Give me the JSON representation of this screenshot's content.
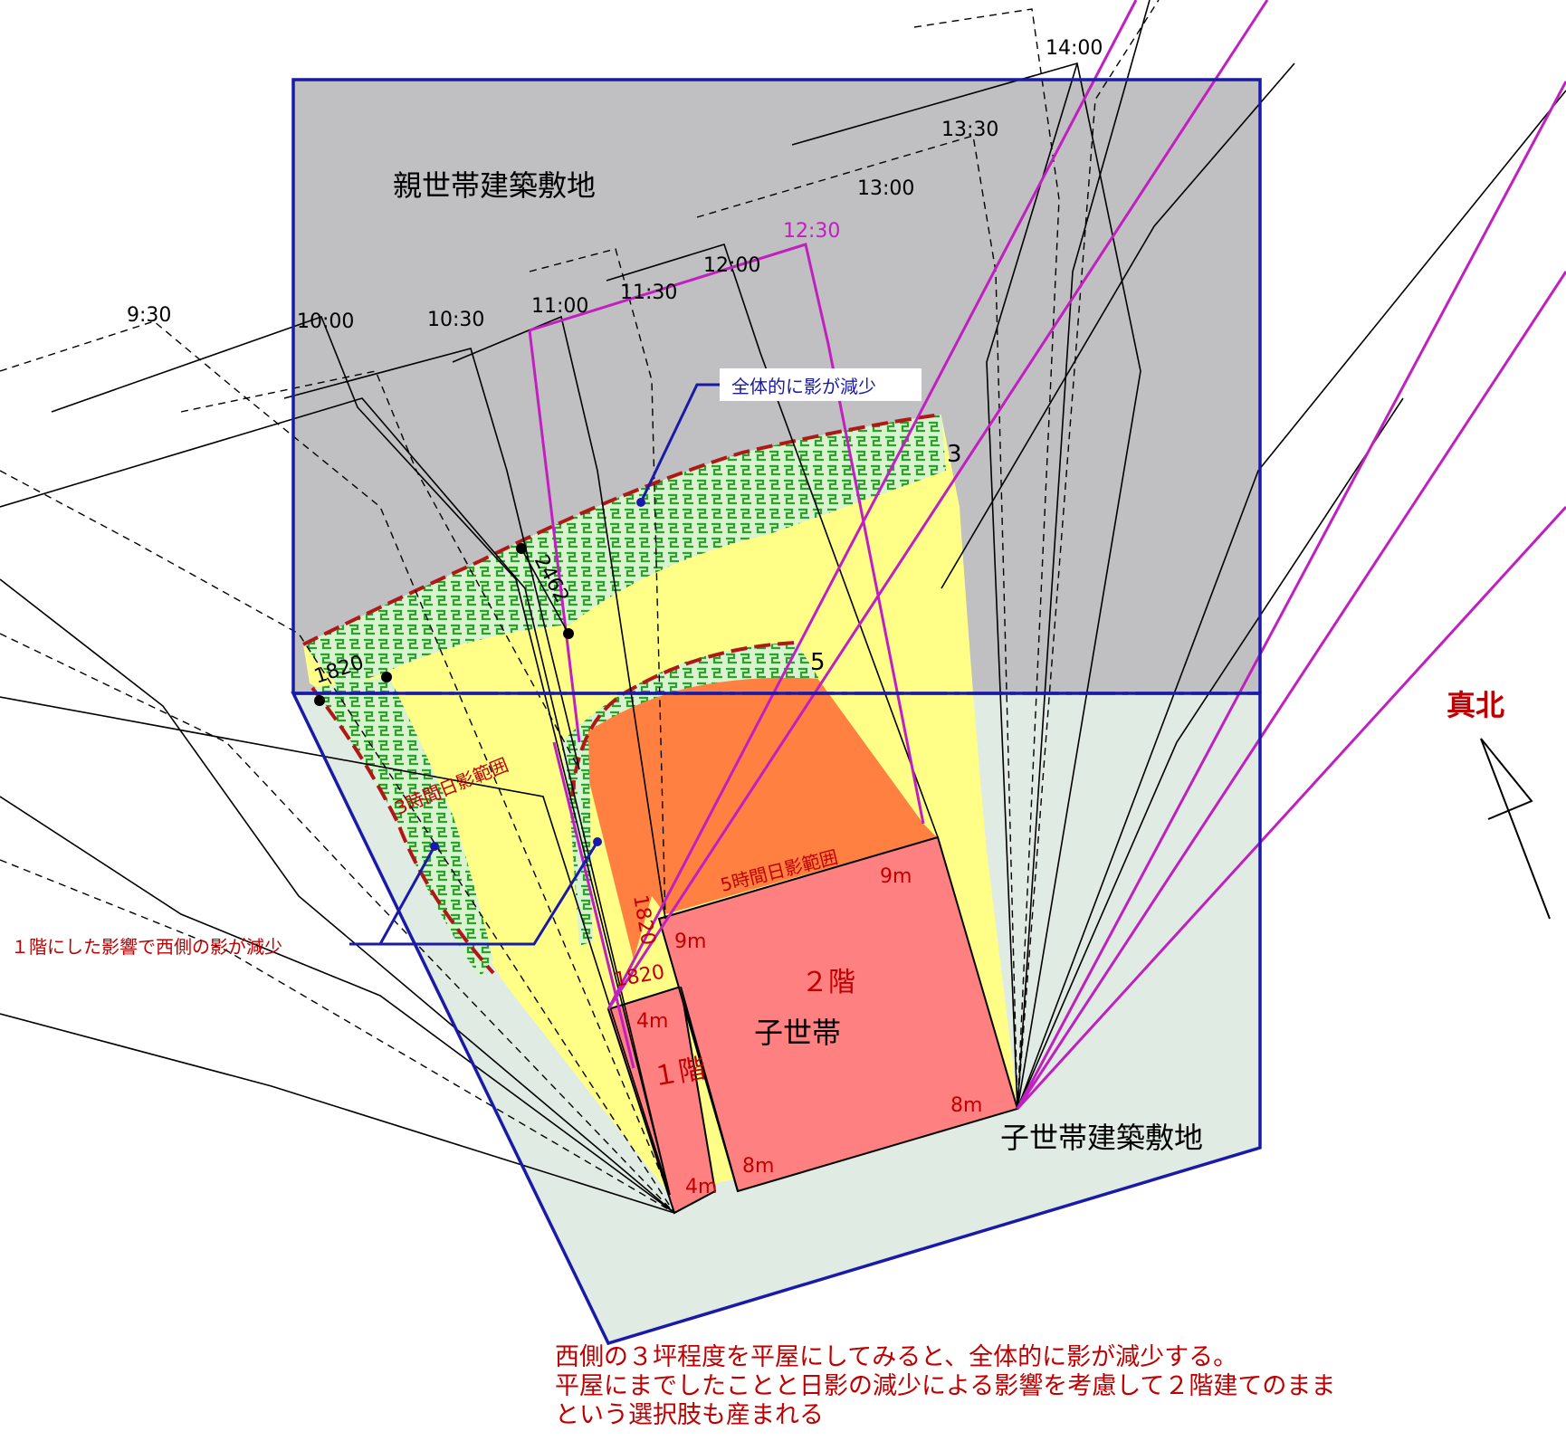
{
  "labels": {
    "parent_site": "親世帯建築敷地",
    "child_site": "子世帯建築敷地",
    "child_house": "子世帯",
    "floor2": "２階",
    "floor1": "１階",
    "north": "真北",
    "zone3": "3時間日影範囲",
    "zone5": "5時間日影範囲",
    "callout_overall": "全体的に影が減少",
    "callout_west": "１階にした影響で西側の影が減少"
  },
  "times": [
    "9:30",
    "10:00",
    "10:30",
    "11:00",
    "11:30",
    "12:00",
    "12:30",
    "13:00",
    "13:30",
    "14:00"
  ],
  "dimensions": {
    "d1820": "1820",
    "d2462": "2462",
    "d1820b": "1820",
    "d1820c": "1820",
    "m9a": "9m",
    "m9b": "9m",
    "m4a": "4m",
    "m4b": "4m",
    "m8a": "8m",
    "m8b": "8m",
    "n3": "3",
    "n5": "5"
  },
  "bottom_note": [
    "西側の３坪程度を平屋にしてみると、全体的に影が減少する。",
    "平屋にまでしたことと日影の減少による影響を考慮して２階建てのまま",
    "という選択肢も産まれる"
  ],
  "colors": {
    "site_border": "#1a1aa8",
    "parent_site_fill": "#c0bfc1",
    "child_site_fill": "#e0ebe3",
    "shadow3_fill": "#ffff88",
    "shadow5_fill": "#ff8040",
    "house_fill": "#ff8080",
    "reduced_fill": "#8cd08c",
    "time_magenta": "#c020c0",
    "text_red": "#c00000"
  }
}
